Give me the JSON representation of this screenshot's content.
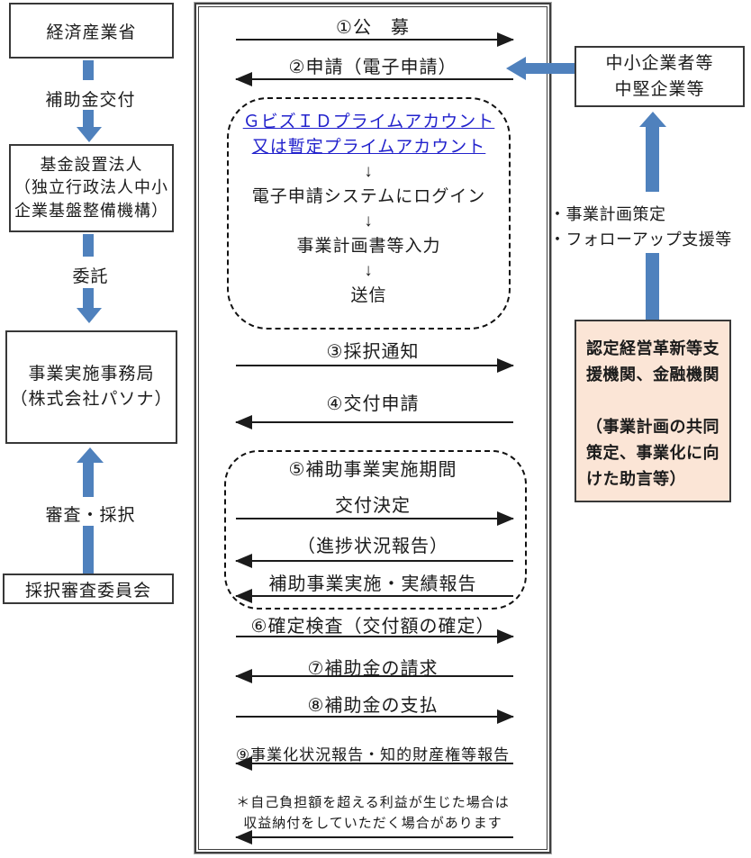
{
  "palette": {
    "arrow_blue": "#4F81BD",
    "process_arrow_black": "#1b1b1b",
    "link_blue": "#2222CC",
    "support_box_bg": "#FBE5D6",
    "box_border": "#383838"
  },
  "left_flow": {
    "meti_box": "経済産業省",
    "grant_label": "補助金交付",
    "kikin_box": "基金設置法人\n（独立行政法人中小\n企業基盤整備機構）",
    "itaku_label": "委託",
    "jimukyoku_box": "事業実施事務局\n（株式会社パソナ）",
    "shinsa_label": "審査・採択",
    "iinkai_box": "採択審査委員会"
  },
  "right_flow": {
    "sme_box": "中小企業者等\n中堅企業等",
    "support_labels": "・事業計画策定\n・フォローアップ支援等",
    "support_box": "認定経営革新等支\n援機関、金融機関\n\n（事業計画の共同\n策定、事業化に向\nけた助言等）"
  },
  "center_flow": {
    "step1": "①公　募",
    "step2": "②申請（電子申請）",
    "account_panel": {
      "link1": "ＧビズＩＤプライムアカウント",
      "link2": "又は暫定プライムアカウント",
      "down_arrow": "↓",
      "login": "電子申請システムにログイン",
      "input": "事業計画書等入力",
      "send": "送信"
    },
    "step3": "③採択通知",
    "step4": "④交付申請",
    "period_panel": {
      "title": "⑤補助事業実施期間",
      "kofu_kettei": "交付決定",
      "shinchoku": "（進捗状況報告）",
      "jisseki": "補助事業実施・実績報告"
    },
    "step6": "⑥確定検査（交付額の確定）",
    "step7": "⑦補助金の請求",
    "step8": "⑧補助金の支払",
    "step9": "⑨事業化状況報告・知的財産権等報告",
    "note": "＊自己負担額を超える利益が生じた場合は\n収益納付をしていただく場合があります"
  }
}
